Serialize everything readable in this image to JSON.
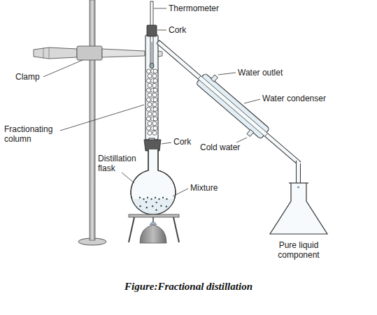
{
  "diagram": {
    "caption": "Figure:Fractional distillation",
    "labels": [
      "Thermometer",
      "Cork",
      "Clamp",
      "Water outlet",
      "Water condenser",
      "Fractionating column",
      "Cork",
      "Distillation flask",
      "Mixture",
      "Cold water",
      "Pure liquid component"
    ]
  }
}
